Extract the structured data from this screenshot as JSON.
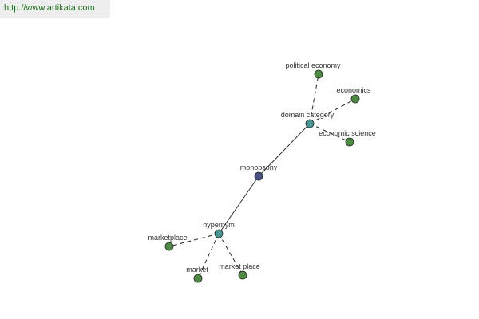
{
  "header": {
    "url": "http://www.artikata.com"
  },
  "graph": {
    "center": "monopsony",
    "relations": [
      "domain category",
      "hypernym"
    ],
    "nodes": [
      {
        "id": "monopsony",
        "label": "monopsony",
        "role": "center"
      },
      {
        "id": "domain_category",
        "label": "domain category",
        "role": "relation"
      },
      {
        "id": "hypernym",
        "label": "hypernym",
        "role": "relation"
      },
      {
        "id": "political_economy",
        "label": "political economy",
        "role": "term"
      },
      {
        "id": "economics",
        "label": "economics",
        "role": "term"
      },
      {
        "id": "economic_science",
        "label": "economic science",
        "role": "term"
      },
      {
        "id": "marketplace",
        "label": "marketplace",
        "role": "term"
      },
      {
        "id": "market",
        "label": "market",
        "role": "term"
      },
      {
        "id": "market_place",
        "label": "market place",
        "role": "term"
      }
    ],
    "edges": [
      {
        "from": "monopsony",
        "to": "domain_category",
        "style": "solid"
      },
      {
        "from": "monopsony",
        "to": "hypernym",
        "style": "solid"
      },
      {
        "from": "domain_category",
        "to": "political_economy",
        "style": "dashed"
      },
      {
        "from": "domain_category",
        "to": "economics",
        "style": "dashed"
      },
      {
        "from": "domain_category",
        "to": "economic_science",
        "style": "dashed"
      },
      {
        "from": "hypernym",
        "to": "marketplace",
        "style": "dashed"
      },
      {
        "from": "hypernym",
        "to": "market",
        "style": "dashed"
      },
      {
        "from": "hypernym",
        "to": "market_place",
        "style": "dashed"
      }
    ]
  },
  "colors": {
    "center": "#4a4f86",
    "relation": "#4a9494",
    "term": "#4f8a44",
    "edge": "#222222",
    "node_stroke": "#1f2a1f"
  }
}
